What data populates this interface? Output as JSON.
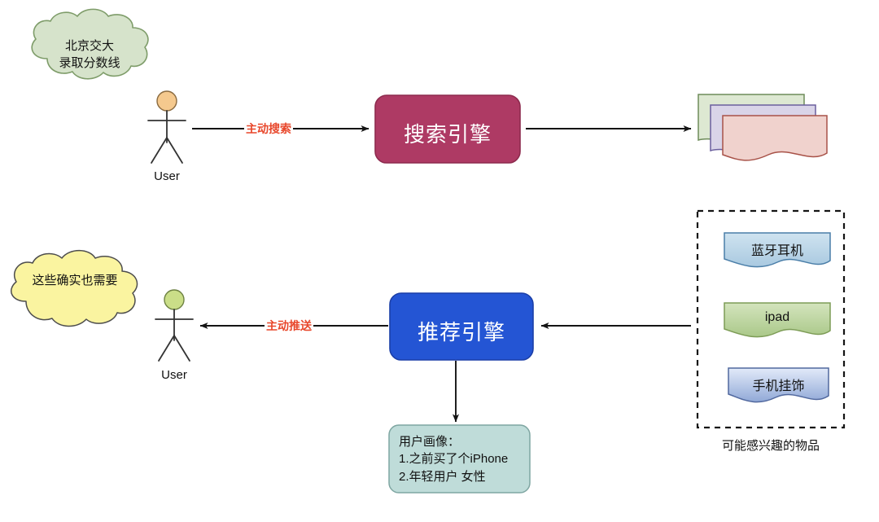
{
  "diagram": {
    "title": "Search engine vs Recommendation engine flow",
    "colors": {
      "search_engine_fill": "#AE3A64",
      "search_engine_stroke": "#8E2B4E",
      "recommend_engine_fill": "#2455D4",
      "recommend_engine_stroke": "#1B3FA8",
      "edge_label_color": "#E8472B",
      "cloud_green_fill": "#D6E3CB",
      "cloud_green_stroke": "#7E9C69",
      "cloud_yellow_fill": "#FAF4A0",
      "cloud_yellow_stroke": "#4D4D4D",
      "head_top_fill": "#F5C98E",
      "head_bottom_fill": "#CADE88",
      "profile_box_fill": "#BFDCD9",
      "profile_box_stroke": "#7FA6A2",
      "line_color": "#2B2B2B"
    },
    "top_row": {
      "cloud": {
        "name": "search-query-cloud",
        "lines": [
          "北京交大",
          "录取分数线"
        ]
      },
      "actor": {
        "name": "user-actor-top",
        "caption": "User"
      },
      "edge_label": "主动搜索",
      "engine": {
        "name": "search-engine-node",
        "label": "搜索引擎"
      },
      "results": {
        "name": "search-results-documents",
        "documents": [
          {
            "label": "",
            "fill": "#DDE8D2",
            "stroke": "#6E8C5A"
          },
          {
            "label": "",
            "fill": "#D9D4E8",
            "stroke": "#6B5F9E"
          },
          {
            "label": "",
            "fill": "#F0D2CD",
            "stroke": "#A85248"
          }
        ]
      }
    },
    "bottom_row": {
      "cloud": {
        "name": "user-reaction-cloud",
        "lines": [
          "这些确实也需要"
        ]
      },
      "actor": {
        "name": "user-actor-bottom",
        "caption": "User"
      },
      "edge_label": "主动推送",
      "engine": {
        "name": "recommend-engine-node",
        "label": "推荐引擎"
      },
      "items_group": {
        "name": "interest-items-group",
        "caption": "可能感兴趣的物品",
        "items": [
          {
            "label": "蓝牙耳机",
            "fill_top": "#CFE3F0",
            "fill_bottom": "#A9C9E0",
            "stroke": "#4A7EA8"
          },
          {
            "label": "ipad",
            "fill_top": "#D2E3BA",
            "fill_bottom": "#ABC98A",
            "stroke": "#7D9C56"
          },
          {
            "label": "手机挂饰",
            "fill_top": "#DCE6F7",
            "fill_bottom": "#93ABD8",
            "stroke": "#51689E"
          }
        ]
      },
      "profile_box": {
        "name": "user-profile-box",
        "lines": [
          "用户画像：",
          "1.之前买了个iPhone",
          "2.年轻用户 女性"
        ]
      }
    }
  }
}
